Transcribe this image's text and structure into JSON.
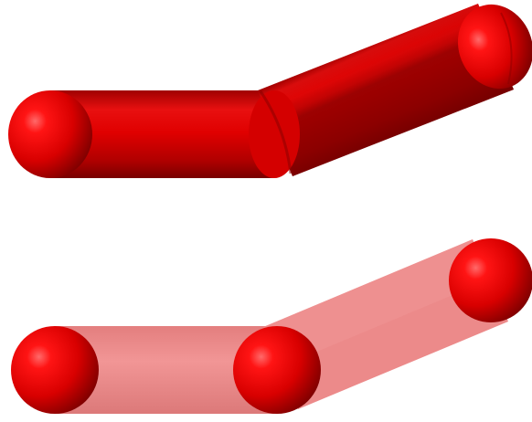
{
  "scene": {
    "colors": {
      "background": "#ffffff",
      "red_main": "#e00000",
      "red_dark": "#8c0000",
      "red_highlight": "#ff5050",
      "ghost_fill": "#f07878"
    },
    "top_model": {
      "style": "solid-tube",
      "joint_count": 3,
      "segment_count": 2
    },
    "bottom_model": {
      "style": "spheres-with-translucent-links",
      "joint_count": 3,
      "segment_count": 2
    }
  }
}
